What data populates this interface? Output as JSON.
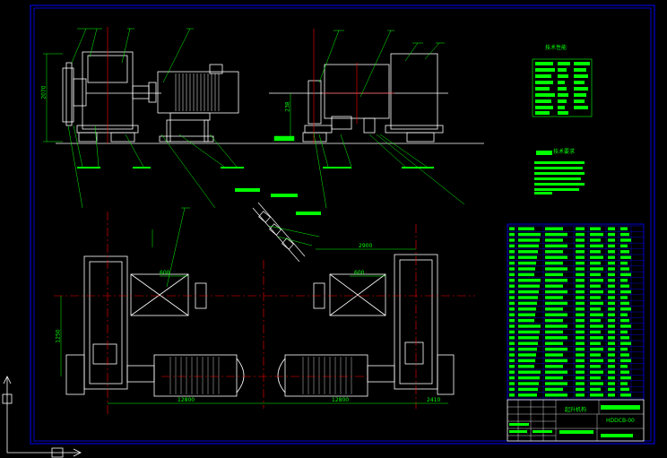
{
  "drawing": {
    "tech_params_title": "技术性能",
    "tech_req_title": "技术要求",
    "title_block_name": "起升机构",
    "drawing_no": "HDDCB-00"
  },
  "dimensions": {
    "d_2070": "2070",
    "d_238": "238",
    "d_2900": "2900",
    "d_600_left": "600",
    "d_600_right": "600",
    "d_1250": "1250",
    "d_12800_left": "12800",
    "d_12800_right": "12800",
    "d_2410": "2410"
  },
  "colors": {
    "background": "#000000",
    "frame": "#0000ff",
    "geometry": "#ffffff",
    "annotation": "#00ff00",
    "hidden": "#ff0000",
    "highlight": "#ffff00"
  }
}
